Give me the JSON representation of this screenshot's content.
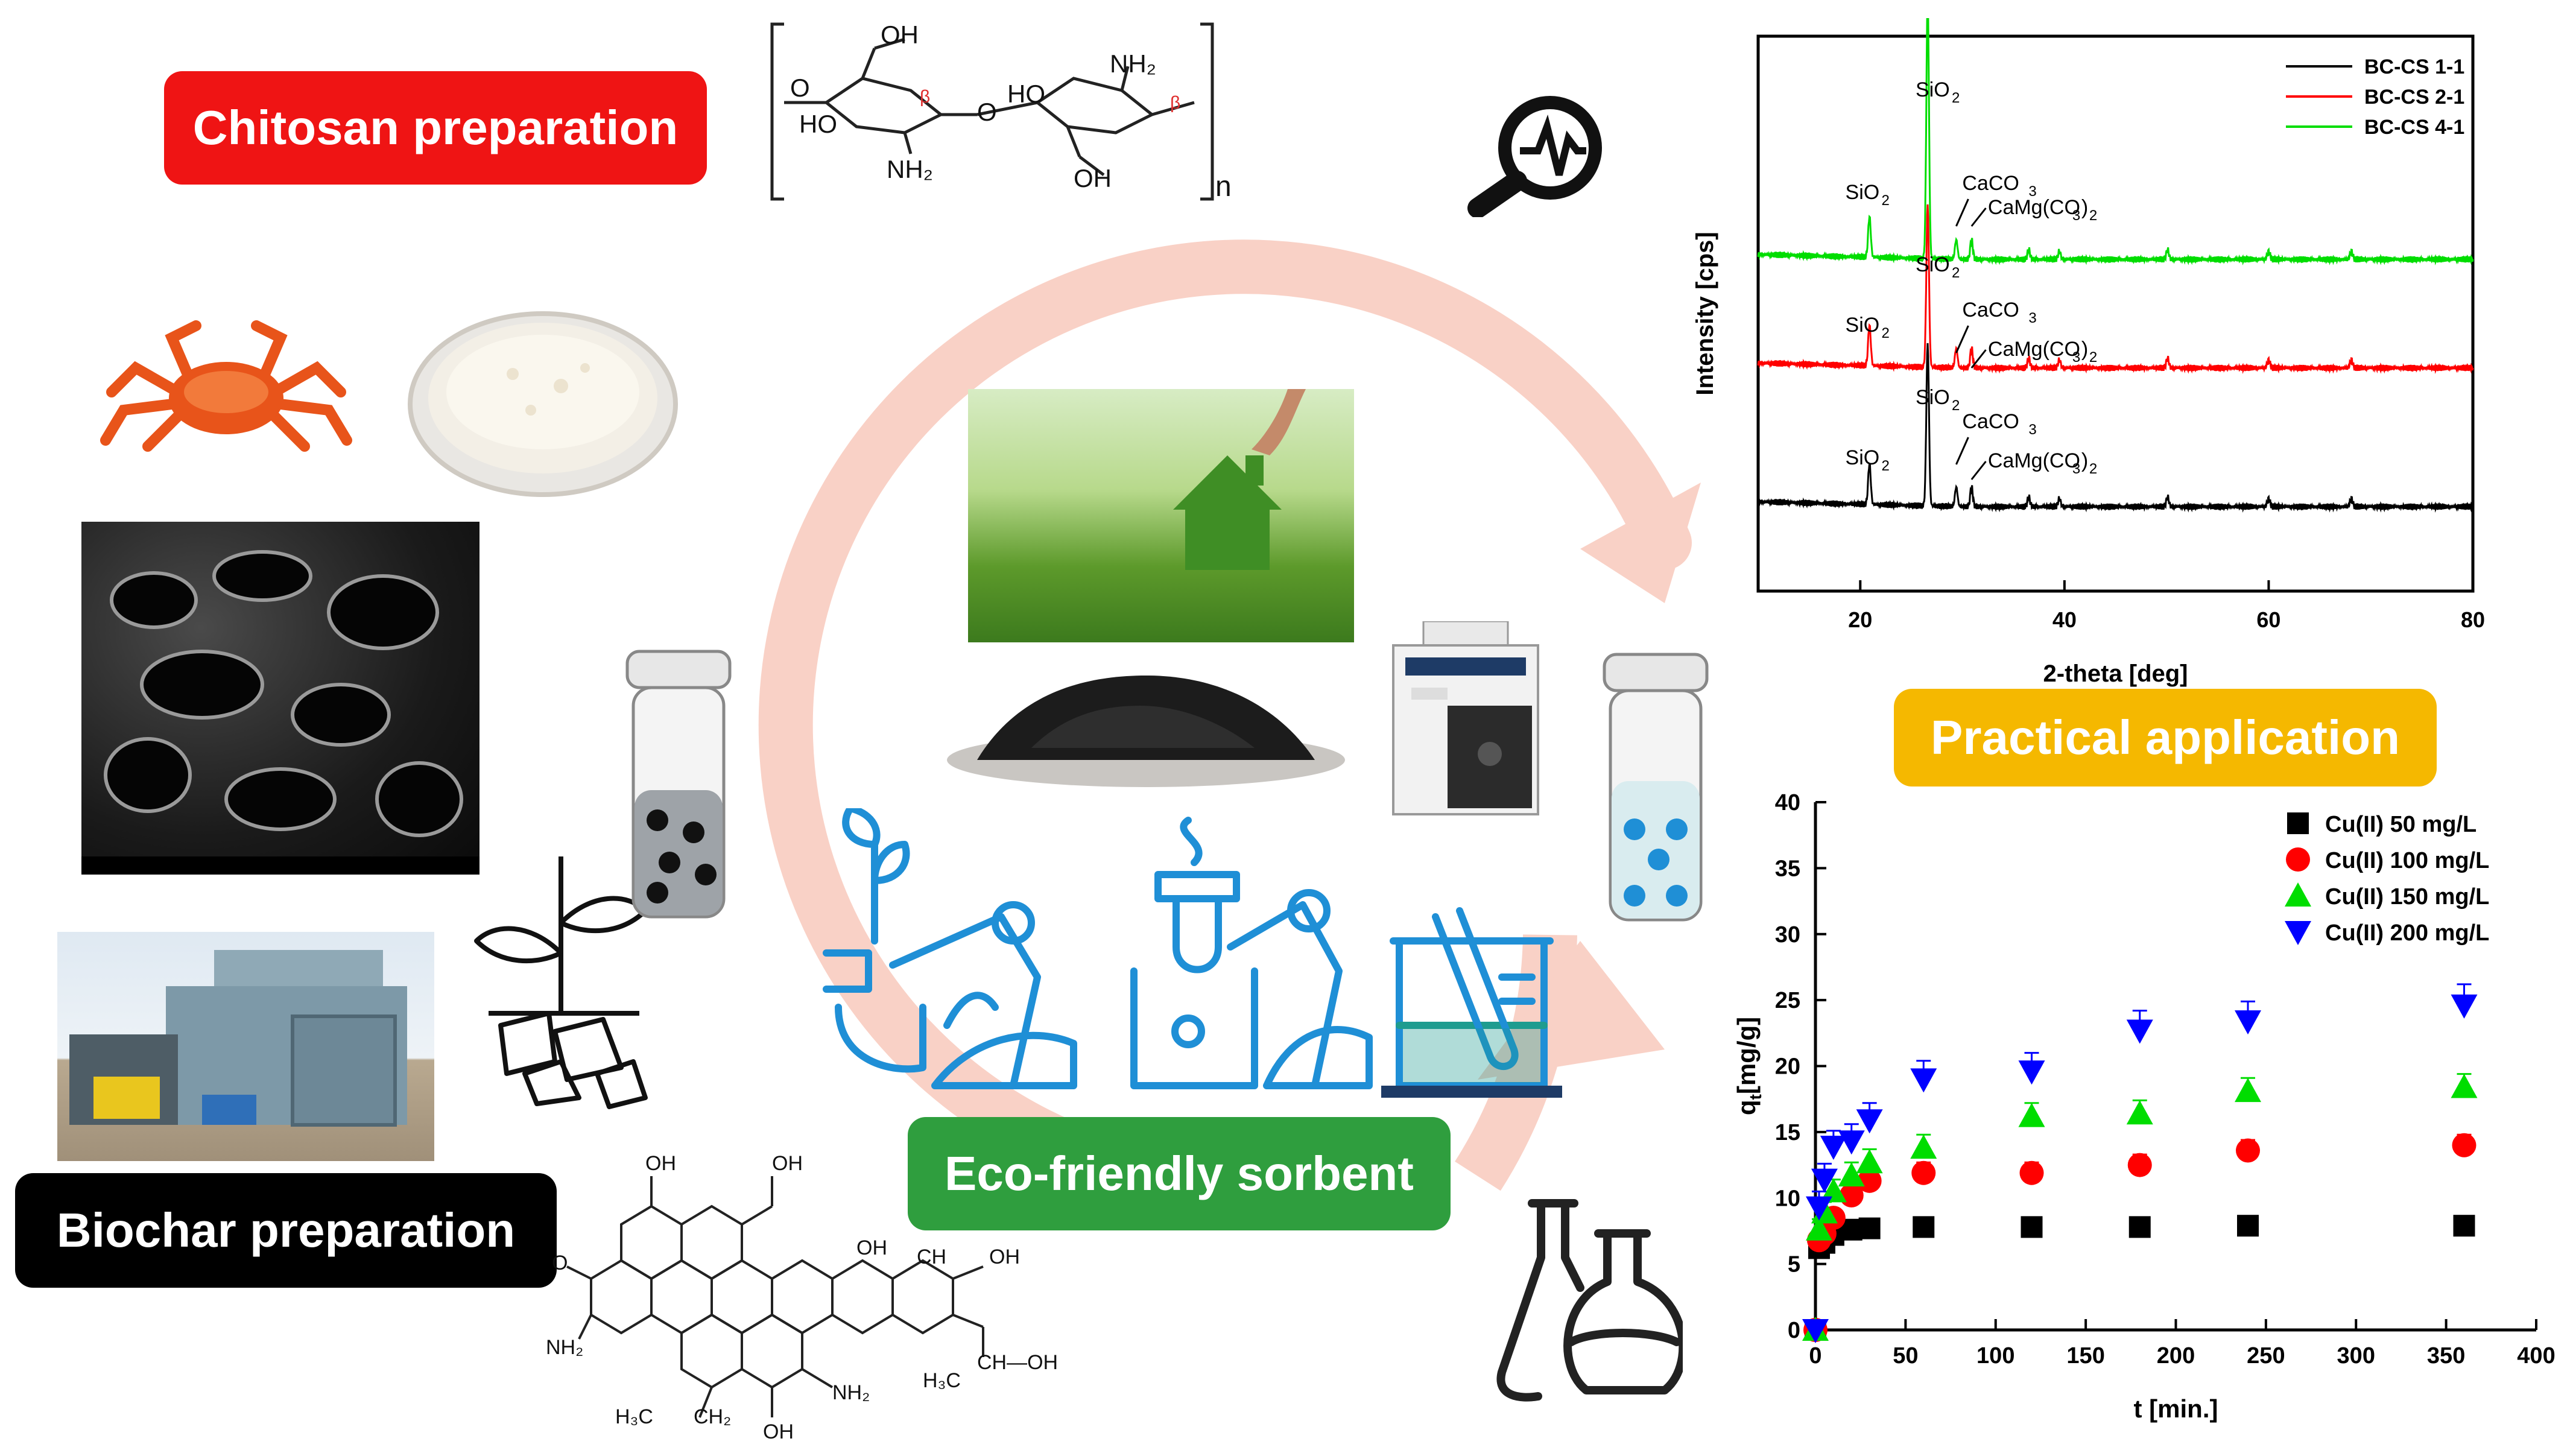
{
  "labels": {
    "chitosan": "Chitosan preparation",
    "biochar": "Biochar preparation",
    "eco": "Eco-friendly sorbent",
    "practical": "Practical application"
  },
  "chitosan_structure": {
    "oh_top": "OH",
    "ho_left": "HO",
    "nh2_bottom": "NH₂",
    "ho_mid": "HO",
    "nh2_top": "NH₂",
    "oh_bottom": "OH",
    "o_left": "O",
    "o_mid": "O",
    "beta1": "β",
    "beta2": "β",
    "repeat": "n"
  },
  "biochar_structure": {
    "oh1": "OH",
    "oh2": "OH",
    "o_ketone": "O",
    "nh2_left": "NH₂",
    "oh3": "OH",
    "ch": "CH",
    "oh4": "OH",
    "ch_oh": "CH—OH",
    "h3c_1": "H₃C",
    "nh2_right": "NH₂",
    "h3c_2": "H₃C",
    "ch2": "CH₂",
    "oh5": "OH"
  },
  "colors": {
    "chitosan_red": "#ef1414",
    "biochar_black": "#000000",
    "eco_green": "#2f9e3e",
    "practical_gold": "#f5b800",
    "cycle_arrow": "#f9d1c6",
    "icon_blue": "#1f8fd6"
  },
  "icons": [
    "magnifier-chart-icon",
    "crab-icon",
    "powder-dish-icon",
    "plant-root-icon",
    "vial-dark-particles-icon",
    "vial-blue-particles-icon",
    "spectrometer-icon",
    "robot-arm-plant-icon",
    "robot-arm-flask-icon",
    "beaker-testtube-icon",
    "flasks-icon"
  ],
  "chart_data": [
    {
      "type": "line",
      "title": "",
      "xlabel": "2-theta [deg]",
      "ylabel": "Intensity [cps]",
      "xlim": [
        10,
        80
      ],
      "xticks": [
        20,
        40,
        60,
        80
      ],
      "yticks_shown": false,
      "legend_position": "top-right",
      "series": [
        {
          "name": "BC-CS 1-1",
          "color": "#000000",
          "offset": 0,
          "peaks": [
            {
              "x": 20.9,
              "h": 0.25
            },
            {
              "x": 26.6,
              "h": 1.0
            },
            {
              "x": 29.4,
              "h": 0.12
            },
            {
              "x": 30.9,
              "h": 0.12
            },
            {
              "x": 36.5,
              "h": 0.06
            },
            {
              "x": 39.5,
              "h": 0.05
            },
            {
              "x": 50.1,
              "h": 0.06
            },
            {
              "x": 60.0,
              "h": 0.05
            },
            {
              "x": 68.1,
              "h": 0.05
            }
          ]
        },
        {
          "name": "BC-CS 2-1",
          "color": "#ff0000",
          "offset": 1,
          "peaks": [
            {
              "x": 20.9,
              "h": 0.25
            },
            {
              "x": 26.6,
              "h": 1.0
            },
            {
              "x": 29.4,
              "h": 0.12
            },
            {
              "x": 30.9,
              "h": 0.12
            },
            {
              "x": 36.5,
              "h": 0.06
            },
            {
              "x": 39.5,
              "h": 0.05
            },
            {
              "x": 50.1,
              "h": 0.06
            },
            {
              "x": 60.0,
              "h": 0.05
            },
            {
              "x": 68.1,
              "h": 0.05
            }
          ]
        },
        {
          "name": "BC-CS 4-1",
          "color": "#00dd00",
          "offset": 2,
          "peaks": [
            {
              "x": 20.9,
              "h": 0.25
            },
            {
              "x": 26.6,
              "h": 1.6
            },
            {
              "x": 29.4,
              "h": 0.12
            },
            {
              "x": 30.9,
              "h": 0.12
            },
            {
              "x": 36.5,
              "h": 0.06
            },
            {
              "x": 39.5,
              "h": 0.05
            },
            {
              "x": 50.1,
              "h": 0.06
            },
            {
              "x": 60.0,
              "h": 0.05
            },
            {
              "x": 68.1,
              "h": 0.05
            }
          ]
        }
      ],
      "annotations": [
        {
          "series": "BC-CS 4-1",
          "items": [
            "SiO",
            "SiO",
            "CaCO",
            "CaMg(CO",
            ")"
          ]
        },
        {
          "series": "BC-CS 2-1",
          "items": [
            "SiO",
            "SiO",
            "CaCO",
            "CaMg(CO",
            ")"
          ]
        },
        {
          "series": "BC-CS 1-1",
          "items": [
            "SiO",
            "SiO",
            "CaCO",
            "CaMg(CO",
            ")"
          ]
        }
      ],
      "annotation_text": {
        "sio2": "SiO",
        "sub2": "2",
        "caco3": "CaCO",
        "sub3": "3",
        "camg": "CaMg(CO",
        "close": ")"
      }
    },
    {
      "type": "scatter",
      "title": "",
      "xlabel": "t [min.]",
      "ylabel": "q",
      "ylabel_sub": "t",
      "ylabel_unit": "[mg/g]",
      "xlim": [
        0,
        400
      ],
      "ylim": [
        0,
        40
      ],
      "xticks": [
        0,
        50,
        100,
        150,
        200,
        250,
        300,
        350,
        400
      ],
      "yticks": [
        0,
        5,
        10,
        15,
        20,
        25,
        30,
        35,
        40
      ],
      "legend_position": "top-right",
      "x": [
        0,
        2,
        5,
        10,
        20,
        30,
        60,
        120,
        180,
        240,
        360
      ],
      "series": [
        {
          "name": "Cu(II) 50 mg/L",
          "color": "#000000",
          "marker": "square",
          "values": [
            0,
            6.2,
            6.6,
            7.2,
            7.6,
            7.7,
            7.8,
            7.8,
            7.8,
            7.9,
            7.9
          ],
          "errors": [
            0,
            0.3,
            0.3,
            0.3,
            0.3,
            0.3,
            0.3,
            0.3,
            0.3,
            0.3,
            0.3
          ]
        },
        {
          "name": "Cu(II) 100 mg/L",
          "color": "#ff0000",
          "marker": "circle",
          "values": [
            0,
            6.8,
            7.3,
            8.5,
            10.2,
            11.3,
            11.9,
            11.9,
            12.5,
            13.6,
            14.0
          ],
          "errors": [
            0,
            0.5,
            0.5,
            0.6,
            0.7,
            0.8,
            0.8,
            0.8,
            0.8,
            0.8,
            0.8
          ]
        },
        {
          "name": "Cu(II) 150 mg/L",
          "color": "#00dd00",
          "marker": "triangle-up",
          "values": [
            0,
            7.6,
            8.9,
            10.5,
            11.7,
            12.7,
            13.8,
            16.2,
            16.4,
            18.1,
            18.4
          ],
          "errors": [
            0,
            0.8,
            0.8,
            0.9,
            1.0,
            1.0,
            1.0,
            1.0,
            1.0,
            1.0,
            1.0
          ]
        },
        {
          "name": "Cu(II) 200 mg/L",
          "color": "#0000ff",
          "marker": "triangle-down",
          "values": [
            0,
            9.3,
            11.4,
            13.9,
            14.3,
            15.9,
            19.0,
            19.6,
            22.7,
            23.4,
            24.6
          ],
          "errors": [
            0,
            1.2,
            1.2,
            1.2,
            1.3,
            1.3,
            1.4,
            1.4,
            1.5,
            1.5,
            1.6
          ]
        }
      ]
    }
  ]
}
